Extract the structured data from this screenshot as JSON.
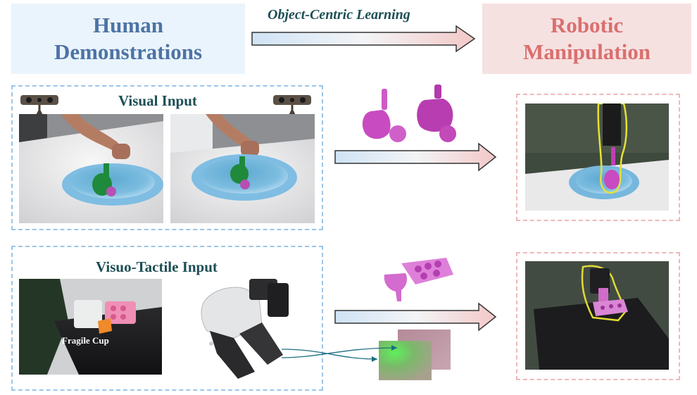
{
  "header": {
    "left_line1": "Human",
    "left_line2": "Demonstrations",
    "arrow_label": "Object-Centric Learning",
    "right_line1": "Robotic",
    "right_line2": "Manipulation"
  },
  "visual_section": {
    "title": "Visual Input"
  },
  "tactile_section": {
    "title": "Visuo-Tactile Input",
    "photo_caption": "Fragile Cup"
  },
  "colors": {
    "human_text": "#4d73a5",
    "robot_text": "#d9706f",
    "section_title": "#1d4f55",
    "magenta_object": "#c040b8",
    "blue_dash": "#9cc6e8",
    "red_dash": "#efb9b9"
  }
}
